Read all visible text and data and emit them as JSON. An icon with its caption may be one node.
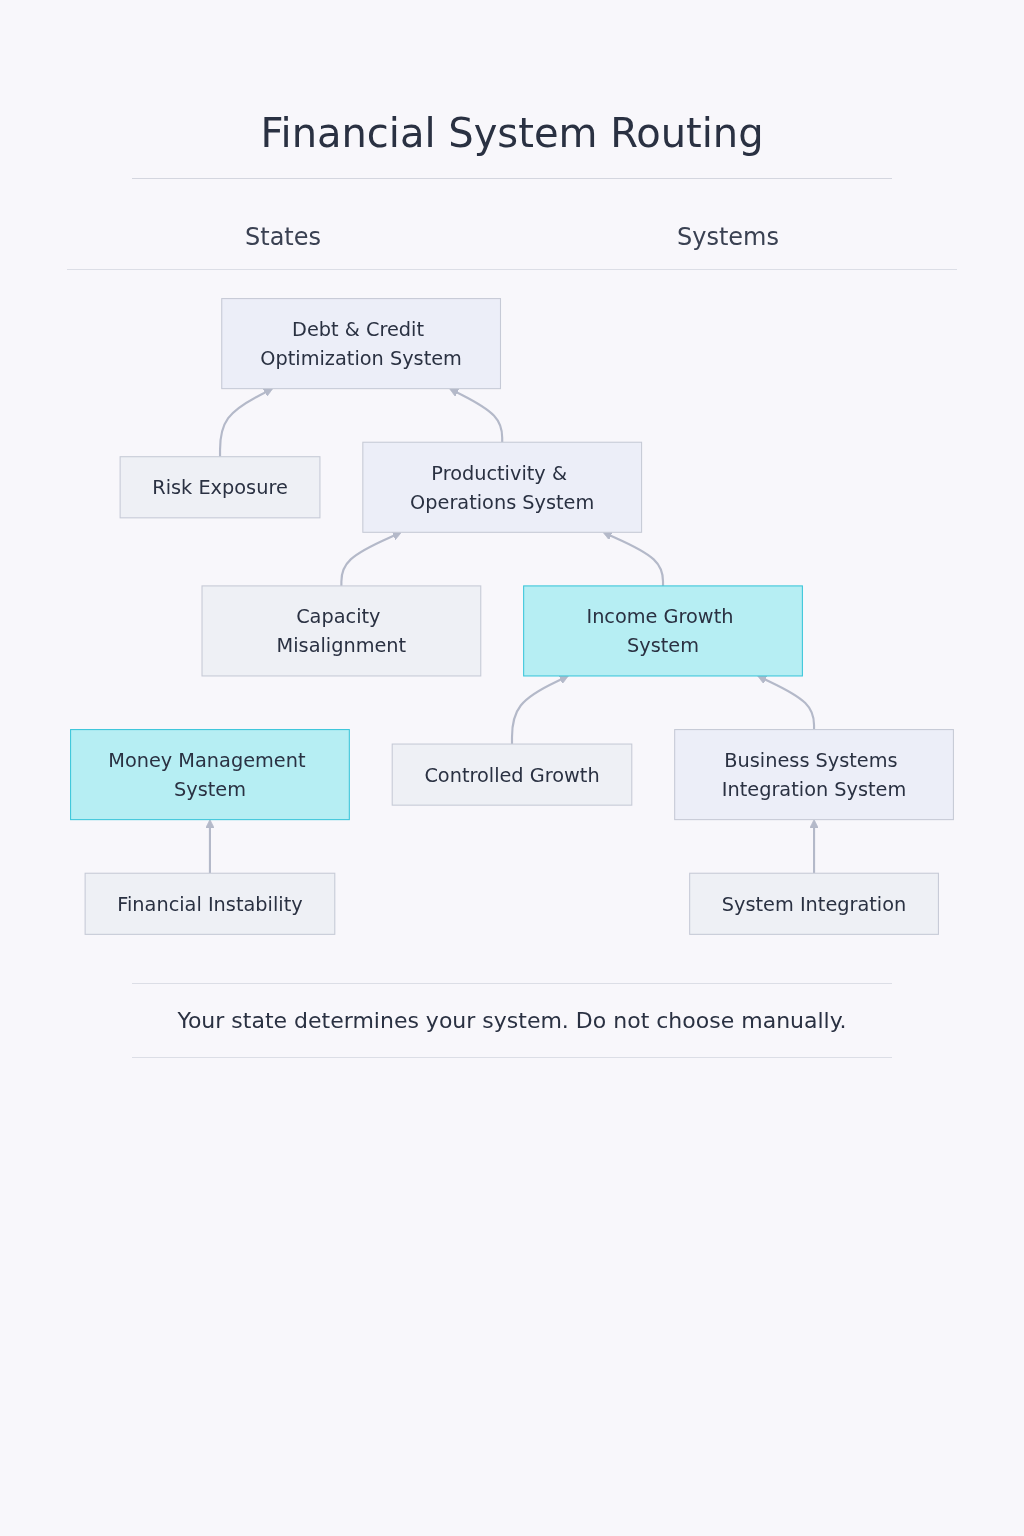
{
  "diagram": {
    "title": "Financial System Routing",
    "caption": "Your state determines your system. Do not choose manually.",
    "nodes": [
      {
        "text": [
          "Financial Instability"
        ]
      },
      {
        "text": [
          "Money Management System"
        ]
      },
      {
        "text": [
          "Risk Exposure"
        ]
      },
      {
        "text": [
          "Debt & Credit Optimization System"
        ]
      },
      {
        "text": [
          "Capacity Misalignment"
        ]
      },
      {
        "text": [
          "Productivity & Operations System"
        ]
      },
      {
        "text": [
          "Controlled Growth"
        ]
      },
      {
        "text": [
          "Income Growth System"
        ]
      },
      {
        "text": [
          "System Integration"
        ]
      },
      {
        "text": [
          "Business Systems Integration System"
        ]
      }
    ],
    "edges": [
      {
        "from": 0,
        "to": 1,
        "arrow": "to"
      },
      {
        "from": 2,
        "to": 3,
        "arrow": "to"
      },
      {
        "from": 5,
        "to": 3,
        "arrow": "to"
      },
      {
        "from": 4,
        "to": 5,
        "arrow": "to"
      },
      {
        "from": 7,
        "to": 5,
        "arrow": "to"
      },
      {
        "from": 6,
        "to": 7,
        "arrow": "to"
      },
      {
        "from": 9,
        "to": 7,
        "arrow": "to"
      },
      {
        "from": 8,
        "to": 9,
        "arrow": "to"
      }
    ],
    "labels": [
      "States",
      "Systems"
    ]
  }
}
